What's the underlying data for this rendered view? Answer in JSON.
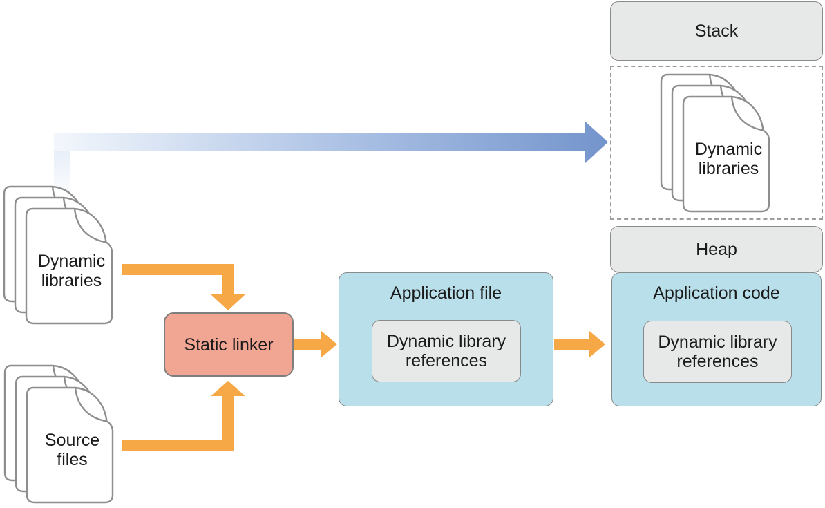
{
  "colors": {
    "arrow_orange": "#F5A845",
    "static_linker_fill": "#F1A593",
    "application_fill": "#B9DFEA",
    "memory_region_fill": "#E7E8E8",
    "box_border": "#8A8A8A",
    "load_arrow_gradient_start": "#F3F7FC",
    "load_arrow_gradient_end": "#7394CC"
  },
  "memory_layout": {
    "stack": {
      "label": "Stack"
    },
    "loaded_libraries": {
      "label": "Dynamic\nlibraries"
    },
    "heap": {
      "label": "Heap"
    },
    "application_code": {
      "title": "Application code",
      "references_label": "Dynamic library\nreferences"
    }
  },
  "build_flow": {
    "dynamic_libraries": {
      "label": "Dynamic\nlibraries"
    },
    "source_files": {
      "label": "Source\nfiles"
    },
    "static_linker": {
      "label": "Static linker"
    },
    "application_file": {
      "title": "Application file",
      "references_label": "Dynamic library\nreferences"
    }
  }
}
